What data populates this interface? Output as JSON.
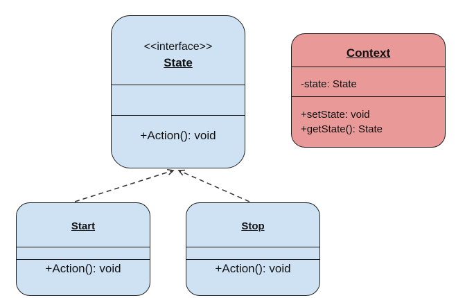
{
  "diagram": {
    "background_color": "#ffffff",
    "connector_color": "#333333",
    "border_color": "#1f1f1f",
    "classes": [
      {
        "id": "state",
        "stereotype": "<<interface>>",
        "name": "State",
        "attributes": [],
        "methods": [
          "+Action(): void"
        ],
        "fill_color": "#cfe2f3"
      },
      {
        "id": "context",
        "name": "Context",
        "attributes": [
          "-state: State"
        ],
        "methods": [
          "+setState: void",
          "+getState(): State"
        ],
        "fill_color": "#ea9999"
      },
      {
        "id": "start",
        "name": "Start",
        "attributes": [],
        "methods": [
          "+Action(): void"
        ],
        "fill_color": "#cfe2f3"
      },
      {
        "id": "stop",
        "name": "Stop",
        "attributes": [],
        "methods": [
          "+Action(): void"
        ],
        "fill_color": "#cfe2f3"
      }
    ],
    "relationships": [
      {
        "from": "Start",
        "to": "State",
        "type": "dashed-open-arrow"
      },
      {
        "from": "Stop",
        "to": "State",
        "type": "dashed-open-arrow"
      }
    ]
  }
}
